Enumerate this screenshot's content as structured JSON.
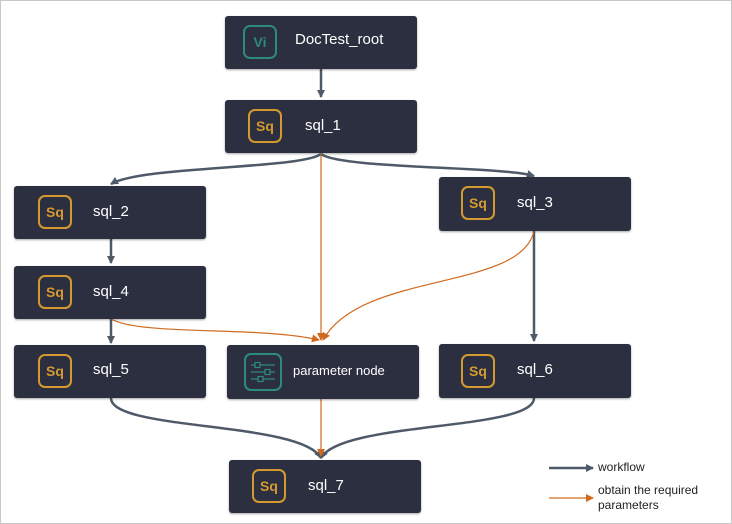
{
  "diagram": {
    "nodes": {
      "root": {
        "label": "DocTest_root",
        "icon": "Vi",
        "icon_name": "view-node-icon"
      },
      "sql_1": {
        "label": "sql_1",
        "icon": "Sq",
        "icon_name": "sql-icon"
      },
      "sql_2": {
        "label": "sql_2",
        "icon": "Sq",
        "icon_name": "sql-icon"
      },
      "sql_3": {
        "label": "sql_3",
        "icon": "Sq",
        "icon_name": "sql-icon"
      },
      "sql_4": {
        "label": "sql_4",
        "icon": "Sq",
        "icon_name": "sql-icon"
      },
      "sql_5": {
        "label": "sql_5",
        "icon": "Sq",
        "icon_name": "sql-icon"
      },
      "param": {
        "label": "parameter node",
        "icon_name": "parameter-node-icon"
      },
      "sql_6": {
        "label": "sql_6",
        "icon": "Sq",
        "icon_name": "sql-icon"
      },
      "sql_7": {
        "label": "sql_7",
        "icon": "Sq",
        "icon_name": "sql-icon"
      }
    },
    "legend": {
      "workflow": "workflow",
      "params": "obtain the required parameters"
    },
    "colors": {
      "node_bg": "#2c2f40",
      "workflow_edge": "#4f5a68",
      "param_edge": "#d06a1e",
      "sql_icon": "#d59a2f",
      "vi_icon": "#2d8a7f"
    }
  }
}
